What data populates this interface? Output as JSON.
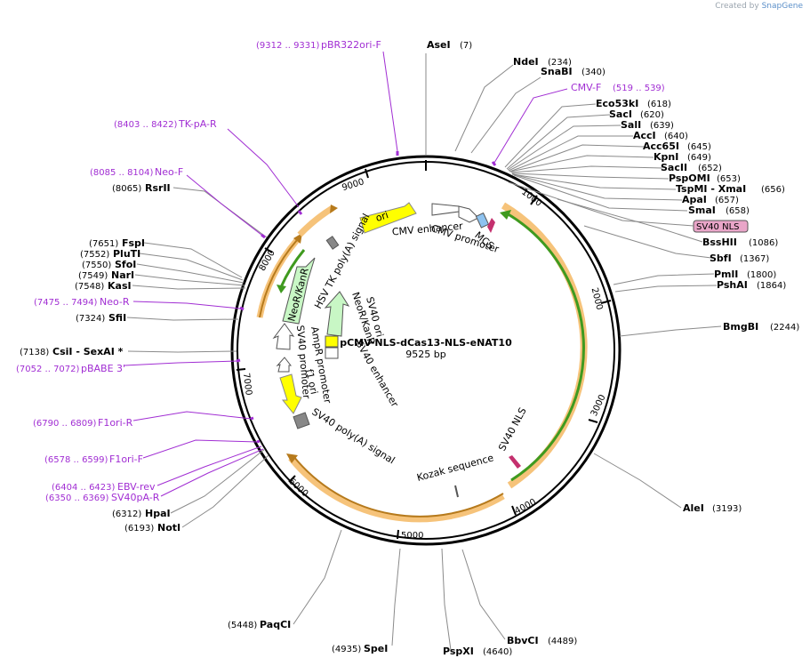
{
  "credit": {
    "prefix": "Created by",
    "brand": "SnapGene"
  },
  "plasmid": {
    "name": "pCMV-NLS-dCas13-NLS-eNAT10",
    "length_label": "9525 bp"
  },
  "ruler": [
    "1000",
    "2000",
    "3000",
    "4000",
    "5000",
    "6000",
    "7000",
    "8000",
    "9000"
  ],
  "enzymes_right": [
    {
      "name": "AseI",
      "pos": "(7)"
    },
    {
      "name": "NdeI",
      "pos": "(234)"
    },
    {
      "name": "SnaBI",
      "pos": "(340)"
    },
    {
      "name": "Eco53kI",
      "pos": "(618)"
    },
    {
      "name": "SacI",
      "pos": "(620)"
    },
    {
      "name": "SalI",
      "pos": "(639)"
    },
    {
      "name": "AccI",
      "pos": "(640)"
    },
    {
      "name": "Acc65I",
      "pos": "(645)"
    },
    {
      "name": "KpnI",
      "pos": "(649)"
    },
    {
      "name": "SacII",
      "pos": "(652)"
    },
    {
      "name": "PspOMI",
      "pos": "(653)"
    },
    {
      "name": "TspMI - XmaI",
      "pos": "(656)"
    },
    {
      "name": "ApaI",
      "pos": "(657)"
    },
    {
      "name": "SmaI",
      "pos": "(658)"
    },
    {
      "name": "BssHII",
      "pos": "(1086)"
    },
    {
      "name": "SbfI",
      "pos": "(1367)"
    },
    {
      "name": "PmlI",
      "pos": "(1800)"
    },
    {
      "name": "PshAI",
      "pos": "(1864)"
    },
    {
      "name": "BmgBI",
      "pos": "(2244)"
    },
    {
      "name": "AleI",
      "pos": "(3193)"
    }
  ],
  "enzymes_bottom": [
    {
      "name": "BbvCI",
      "pos": "(4489)"
    },
    {
      "name": "PspXI",
      "pos": "(4640)"
    },
    {
      "name": "SpeI",
      "pos": "(4935)"
    },
    {
      "name": "PaqCI",
      "pos": "(5448)"
    }
  ],
  "enzymes_left": [
    {
      "name": "RsrII",
      "pos": "(8065)"
    },
    {
      "name": "FspI",
      "pos": "(7651)"
    },
    {
      "name": "PluTI",
      "pos": "(7552)"
    },
    {
      "name": "SfoI",
      "pos": "(7550)"
    },
    {
      "name": "NarI",
      "pos": "(7549)"
    },
    {
      "name": "KasI",
      "pos": "(7548)"
    },
    {
      "name": "SfiI",
      "pos": "(7324)"
    },
    {
      "name": "CsiI - SexAI *",
      "pos": "(7138)"
    },
    {
      "name": "HpaI",
      "pos": "(6312)"
    },
    {
      "name": "NotI",
      "pos": "(6193)"
    }
  ],
  "primers": [
    {
      "name": "pBR322ori-F",
      "pos": "(9312 .. 9331)"
    },
    {
      "name": "CMV-F",
      "pos": "(519 .. 539)"
    },
    {
      "name": "TK-pA-R",
      "pos": "(8403 .. 8422)"
    },
    {
      "name": "Neo-F",
      "pos": "(8085 .. 8104)"
    },
    {
      "name": "Neo-R",
      "pos": "(7475 .. 7494)"
    },
    {
      "name": "pBABE 3'",
      "pos": "(7052 .. 7072)"
    },
    {
      "name": "F1ori-R",
      "pos": "(6790 .. 6809)"
    },
    {
      "name": "F1ori-F",
      "pos": "(6578 .. 6599)"
    },
    {
      "name": "EBV-rev",
      "pos": "(6404 .. 6423)"
    },
    {
      "name": "SV40pA-R",
      "pos": "(6350 .. 6369)"
    }
  ],
  "sv40_box": "SV40 NLS",
  "features": {
    "ori": "ori",
    "cmv_enhancer": "CMV enhancer",
    "cmv_promoter": "CMV promoter",
    "mcs": "MCS",
    "hsv": "HSV TK poly(A) signal",
    "neokan_outer": "NeoR/KanR",
    "neokan_inner": "NeoR/KanR",
    "sv40_promoter_left": "SV40 promoter",
    "ampr_promoter": "AmpR promoter",
    "f1_ori": "f1 ori",
    "sv40_ori": "SV40 ori",
    "sv40_enhancer": "SV40 enhancer",
    "sv40_polya": "SV40 poly(A) signal",
    "sv40_nls": "SV40 NLS",
    "kozak": "Kozak sequence"
  },
  "colors": {
    "backbone": "#000000",
    "enzyme_line": "#8a8a8a",
    "primer": "#a12ed3",
    "orange_band": "#f6c37a",
    "green_band": "#3f9a1f",
    "ori_yellow": "#ffff00",
    "neo_green": "#c8f7c5",
    "mcs_blue": "#8ec3f0",
    "nls_pink": "#e39ac7"
  }
}
